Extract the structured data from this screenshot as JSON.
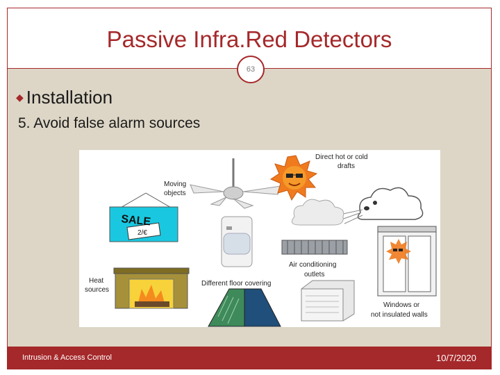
{
  "slide": {
    "title": "Passive Infra.Red Detectors",
    "page_number": "63",
    "bullet": "Installation",
    "subtext": "5. Avoid false alarm sources"
  },
  "figure": {
    "labels": {
      "direct_drafts_1": "Direct hot or cold",
      "direct_drafts_2": "drafts",
      "moving_1": "Moving",
      "moving_2": "objects",
      "sale": "SALE",
      "price": "2/€",
      "heat_1": "Heat",
      "heat_2": "sources",
      "floor": "Different floor covering",
      "aircon_1": "Air conditioning",
      "aircon_2": "outlets",
      "windows_1": "Windows or",
      "windows_2": "not insulated walls"
    }
  },
  "footer": {
    "left": "Intrusion & Access Control",
    "right": "10/7/2020"
  },
  "colors": {
    "accent": "#a5282a",
    "body_background": "#ddd6c6",
    "sun": "#f07a1e",
    "sale_background": "#19c8e0"
  }
}
